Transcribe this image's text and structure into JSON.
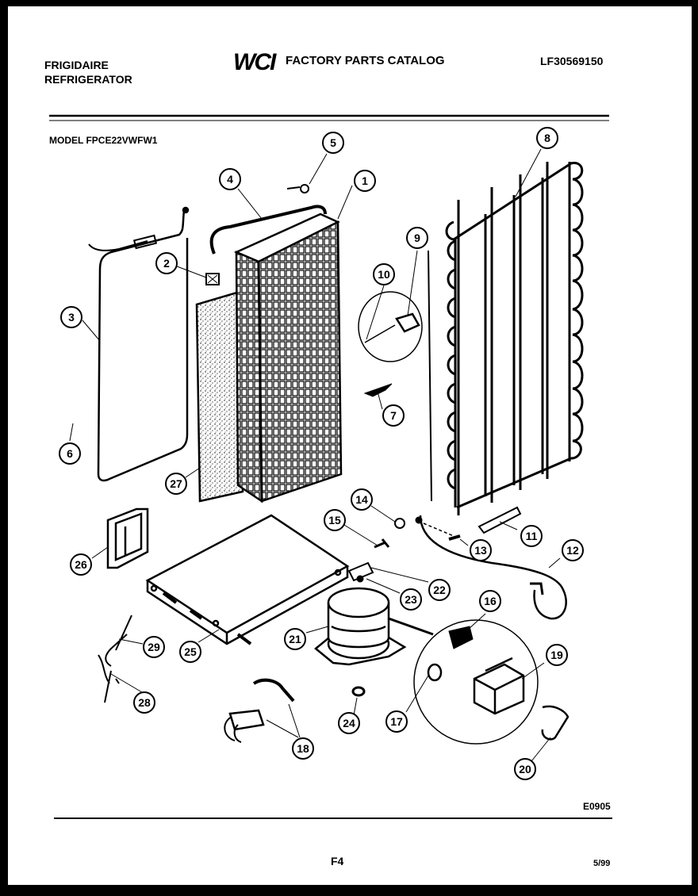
{
  "header": {
    "brand_line1": "FRIGIDAIRE",
    "brand_line2": "REFRIGERATOR",
    "logo_text": "WCI",
    "catalog_title": "FACTORY PARTS CATALOG",
    "catalog_number": "LF30569150"
  },
  "model_label": "MODEL FPCE22VWFW1",
  "footer": {
    "drawing_code": "E0905",
    "page": "F4",
    "date": "5/99"
  },
  "callouts": [
    "1",
    "2",
    "3",
    "4",
    "5",
    "6",
    "7",
    "8",
    "9",
    "10",
    "11",
    "12",
    "13",
    "14",
    "15",
    "16",
    "17",
    "18",
    "19",
    "20",
    "21",
    "22",
    "23",
    "24",
    "25",
    "26",
    "27",
    "28",
    "29"
  ]
}
